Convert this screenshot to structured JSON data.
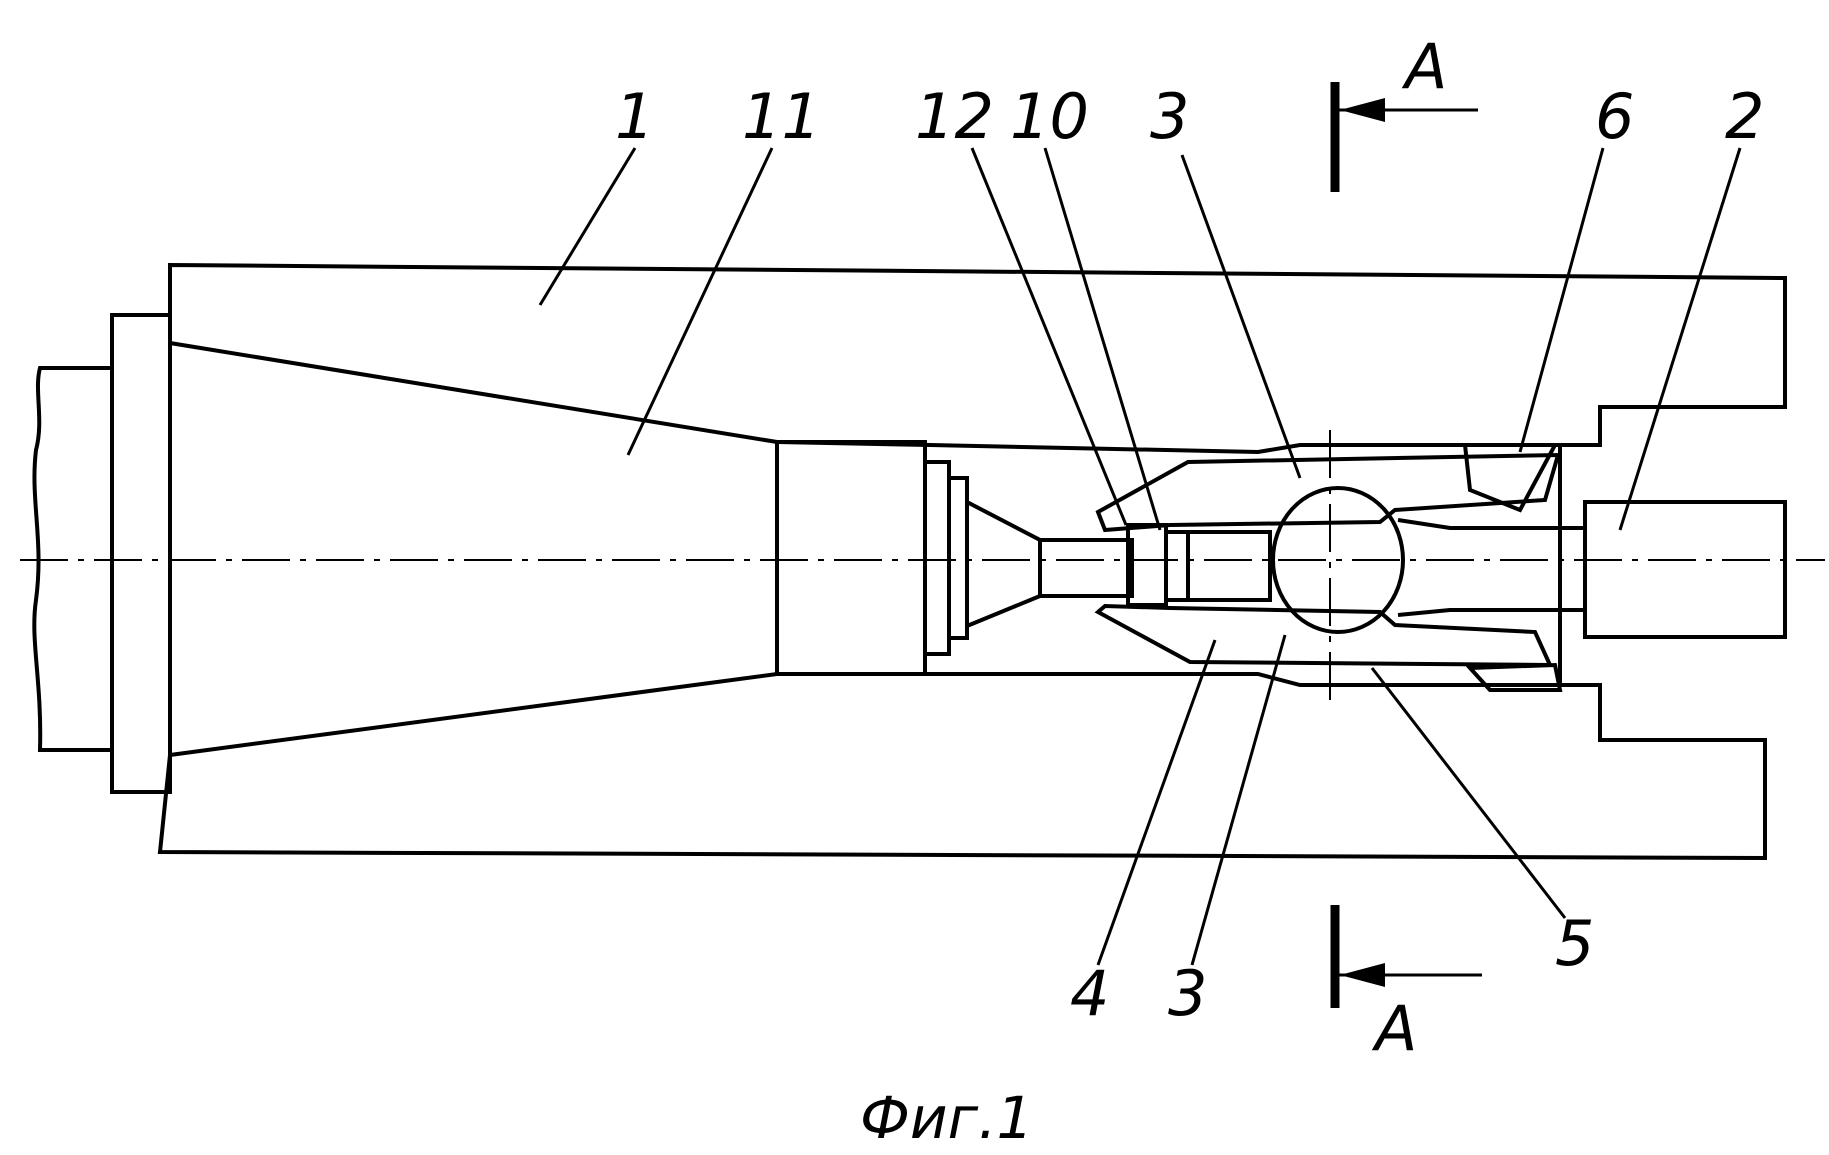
{
  "figure": {
    "caption": "Фиг.1",
    "section_label_top": "A",
    "section_label_bottom": "A"
  },
  "callouts": [
    "1",
    "11",
    "12",
    "10",
    "3",
    "6",
    "2",
    "4",
    "3",
    "5"
  ]
}
